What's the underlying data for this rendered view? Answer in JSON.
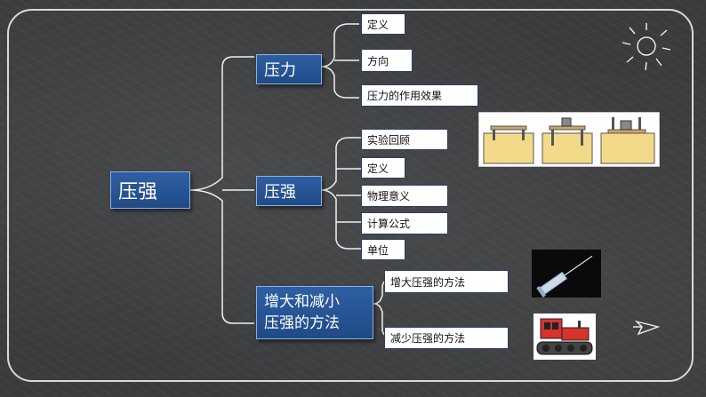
{
  "root": {
    "label": "压强"
  },
  "branches": {
    "pressure_force": {
      "label": "压力"
    },
    "pressure": {
      "label": "压强"
    },
    "methods": {
      "line1": "增大和减小",
      "line2": "压强的方法"
    }
  },
  "leaves": {
    "force": [
      "定义",
      "方向",
      "压力的作用效果"
    ],
    "pressure": [
      "实验回顾",
      "定义",
      "物理意义",
      "计算公式",
      "单位"
    ],
    "methods": [
      "增大压强的方法",
      "减少压强的方法"
    ]
  },
  "colors": {
    "board": "#3a3b3d",
    "box_blue": "#2f5fa3",
    "chalk": "#f0f0f0"
  }
}
